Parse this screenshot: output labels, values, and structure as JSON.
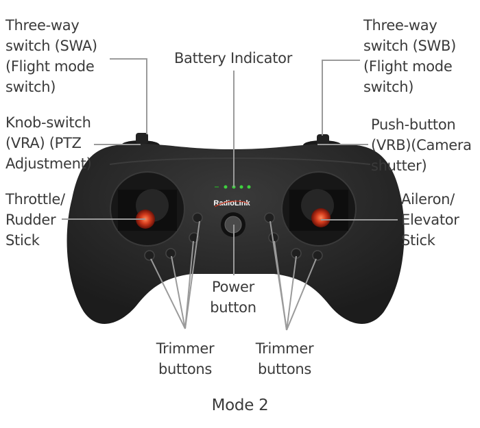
{
  "labels": {
    "swa": "Three-way\nswitch (SWA)\n(Flight mode\nswitch)",
    "vra": "Knob-switch\n(VRA) (PTZ\nAdjustment)",
    "throttle": "Throttle/\nRudder\nStick",
    "battery": "Battery Indicator",
    "swb": "Three-way\nswitch (SWB)\n(Flight mode\nswitch)",
    "vrb": "Push-button\n(VRB)(Camera\nshutter)",
    "aileron": "Aileron/\nElevator\nStick",
    "power": "Power\nbutton",
    "trim_left": "Trimmer\nbuttons",
    "trim_right": "Trimmer\nbuttons"
  },
  "brand_logo": "RadioLink",
  "caption": "Mode 2",
  "colors": {
    "body": "#2b2b2b",
    "led": "#3fd13f",
    "stick": "#c8321c",
    "leader": "#9a9a9a"
  }
}
